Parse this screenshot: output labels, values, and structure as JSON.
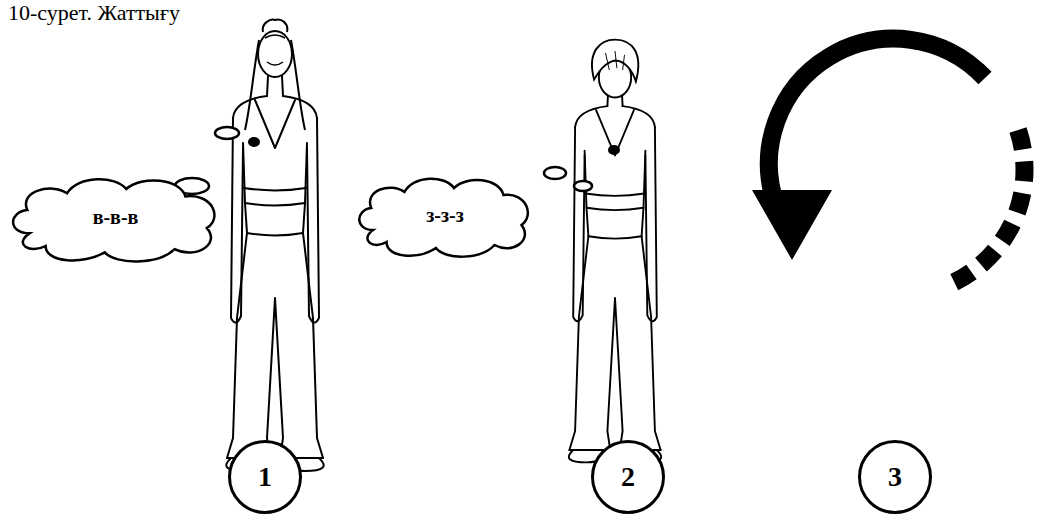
{
  "diagram": {
    "title": "10-сурет. Жаттығу",
    "nodes": [
      {
        "text": [
          "в-в-в"
        ]
      },
      {
        "text": [
          "1"
        ]
      },
      {
        "text": [
          "з-з-з"
        ]
      },
      {
        "text": [
          "2"
        ]
      },
      {
        "text": [
          "3"
        ]
      }
    ]
  }
}
